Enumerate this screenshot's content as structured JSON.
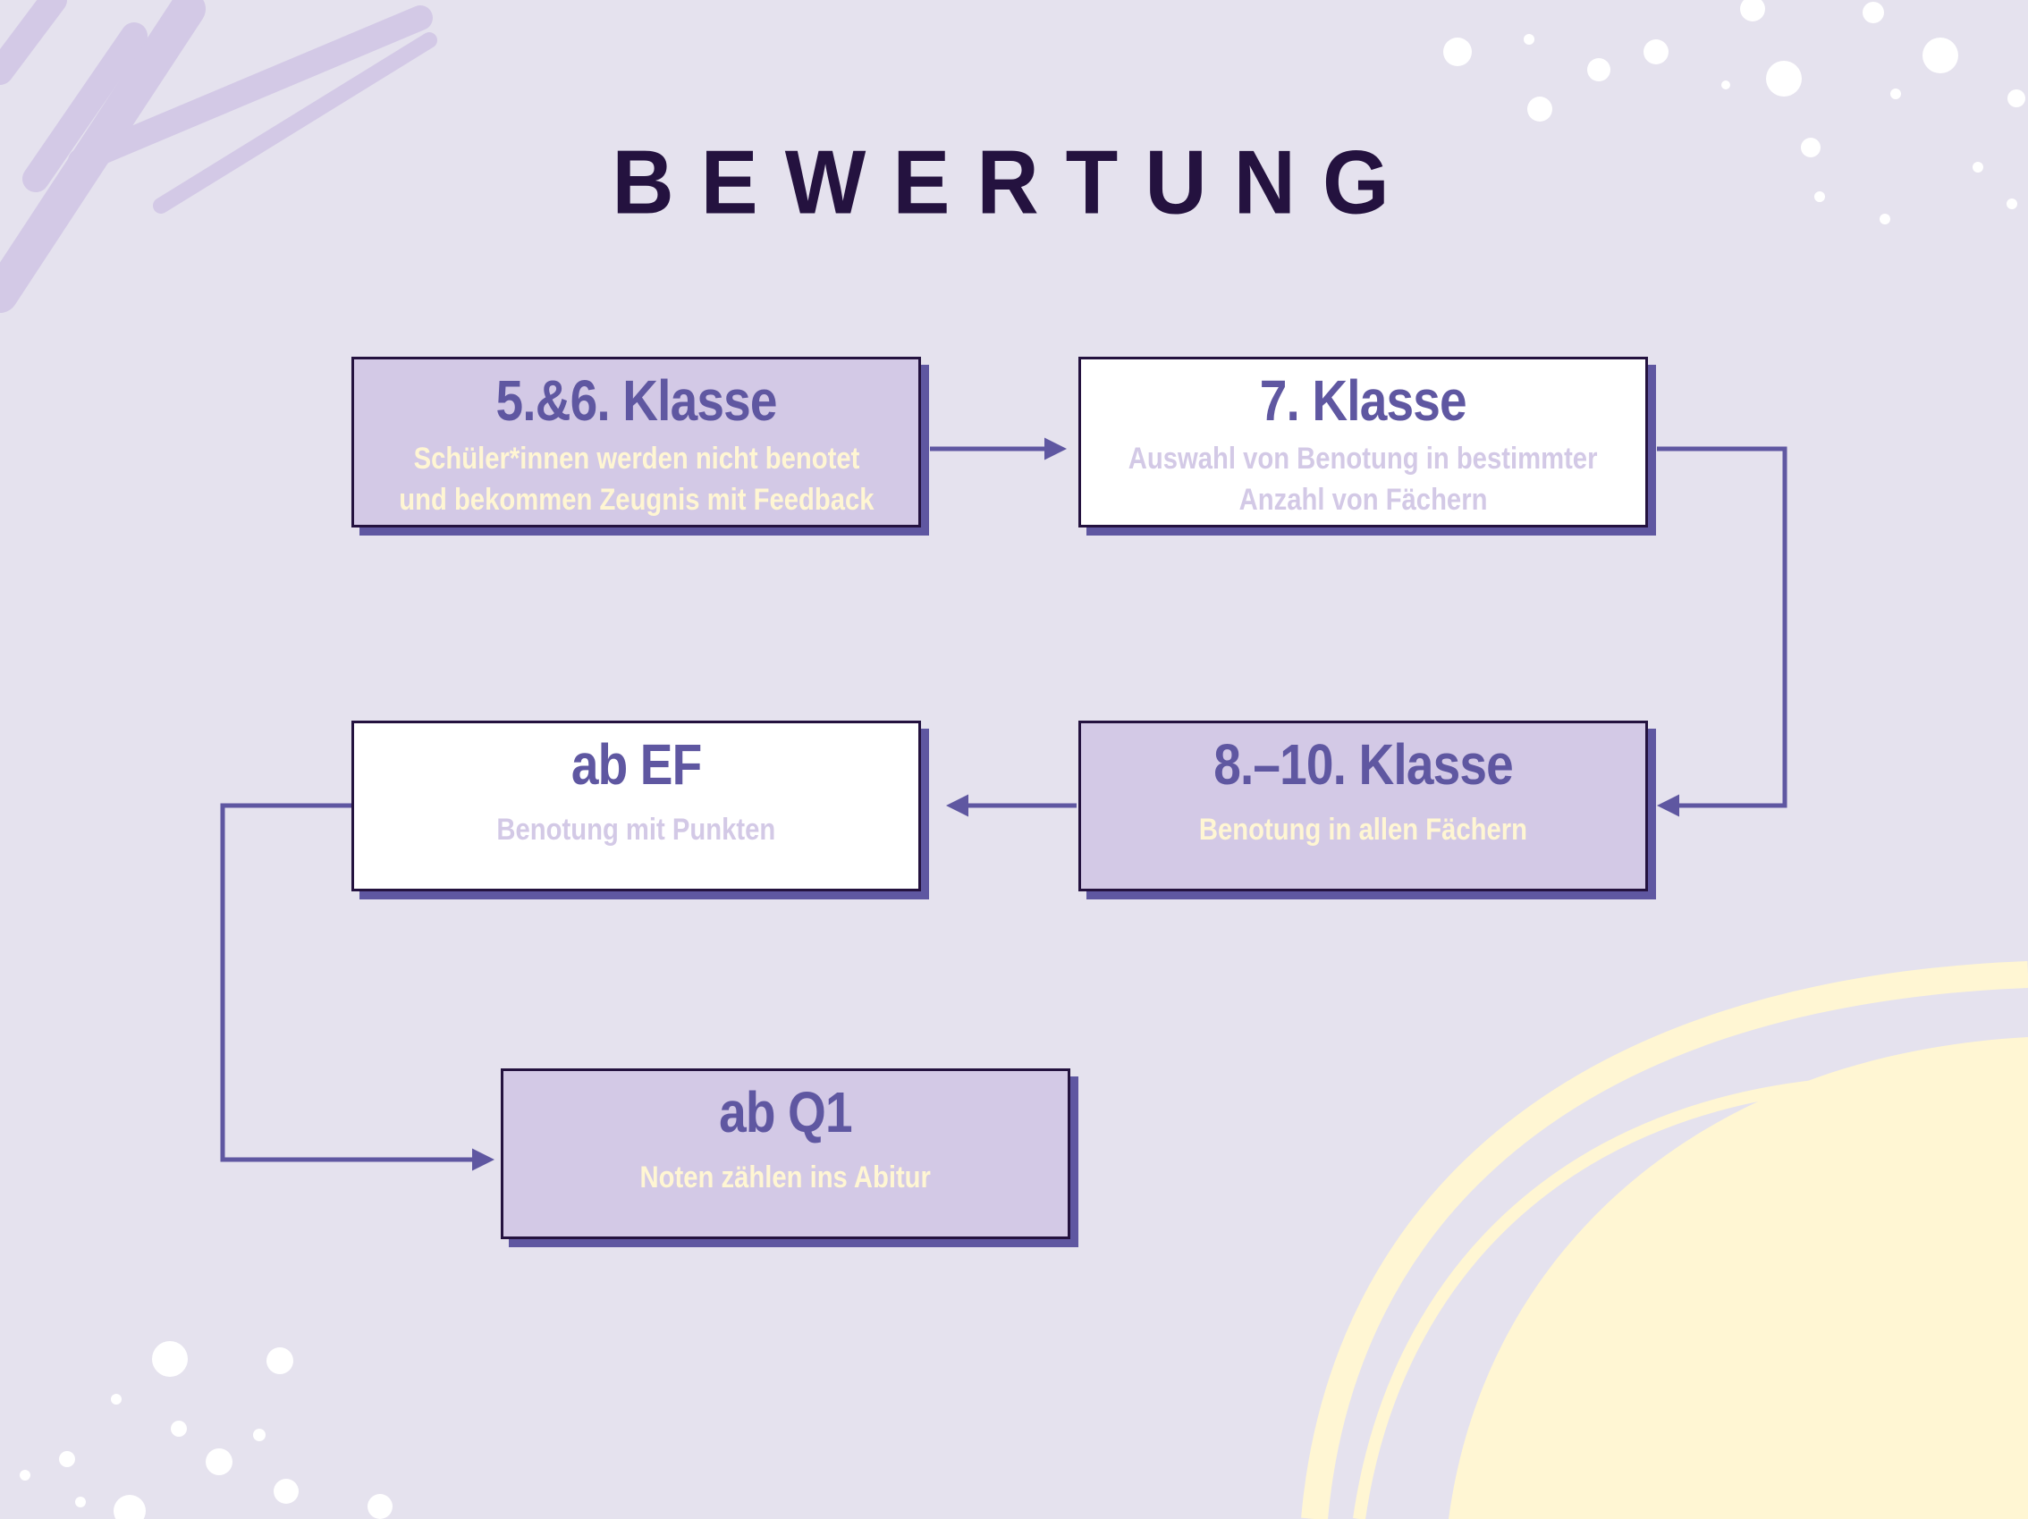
{
  "title": "BEWERTUNG",
  "colors": {
    "background": "#e5e2ee",
    "accent": "#5f57a1",
    "box_fill": "#d3c9e6",
    "cream": "#fff6d3",
    "title": "#24123f"
  },
  "steps": [
    {
      "heading": "5.&6. Klasse",
      "lines": [
        "Schüler*innen werden nicht benotet",
        "und bekommen Zeugnis mit Feedback"
      ]
    },
    {
      "heading": "7. Klasse",
      "lines": [
        "Auswahl von Benotung in bestimmter",
        "Anzahl von Fächern"
      ]
    },
    {
      "heading": "8.–10. Klasse",
      "lines": [
        "Benotung in allen Fächern"
      ]
    },
    {
      "heading": "ab EF",
      "lines": [
        "Benotung mit Punkten"
      ]
    },
    {
      "heading": "ab Q1",
      "lines": [
        "Noten zählen ins Abitur"
      ]
    }
  ]
}
